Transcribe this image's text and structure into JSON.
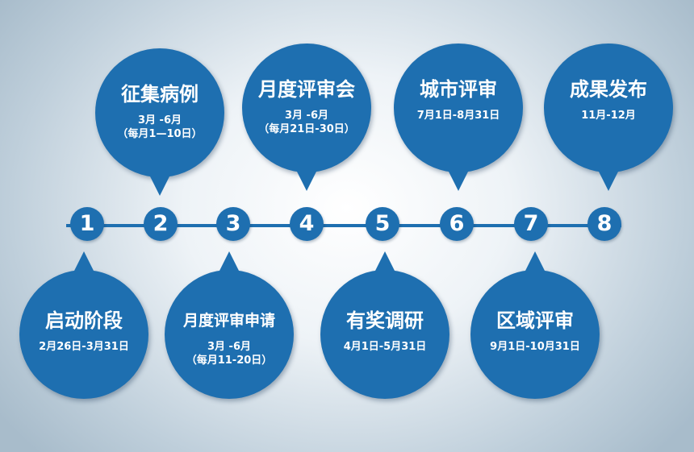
{
  "colors": {
    "bubble": "#1e6fb0",
    "line": "#1e6fb0",
    "text": "#ffffff"
  },
  "timeline": {
    "nodes": [
      "1",
      "2",
      "3",
      "4",
      "5",
      "6",
      "7",
      "8"
    ],
    "stages": [
      {
        "node": "1",
        "title": "启动阶段",
        "dates": "2月26日-3月31日",
        "detail": ""
      },
      {
        "node": "2",
        "title": "征集病例",
        "dates": "3月 -6月",
        "detail": "（每月1—10日）"
      },
      {
        "node": "3",
        "title": "月度评审申请",
        "dates": "3月 -6月",
        "detail": "（每月11-20日）"
      },
      {
        "node": "4",
        "title": "月度评审会",
        "dates": "3月 -6月",
        "detail": "（每月21日-30日）"
      },
      {
        "node": "5",
        "title": "有奖调研",
        "dates": "4月1日-5月31日",
        "detail": ""
      },
      {
        "node": "6",
        "title": "城市评审",
        "dates": "7月1日-8月31日",
        "detail": ""
      },
      {
        "node": "7",
        "title": "区域评审",
        "dates": "9月1日-10月31日",
        "detail": ""
      },
      {
        "node": "8",
        "title": "成果发布",
        "dates": "11月-12月",
        "detail": ""
      }
    ]
  }
}
